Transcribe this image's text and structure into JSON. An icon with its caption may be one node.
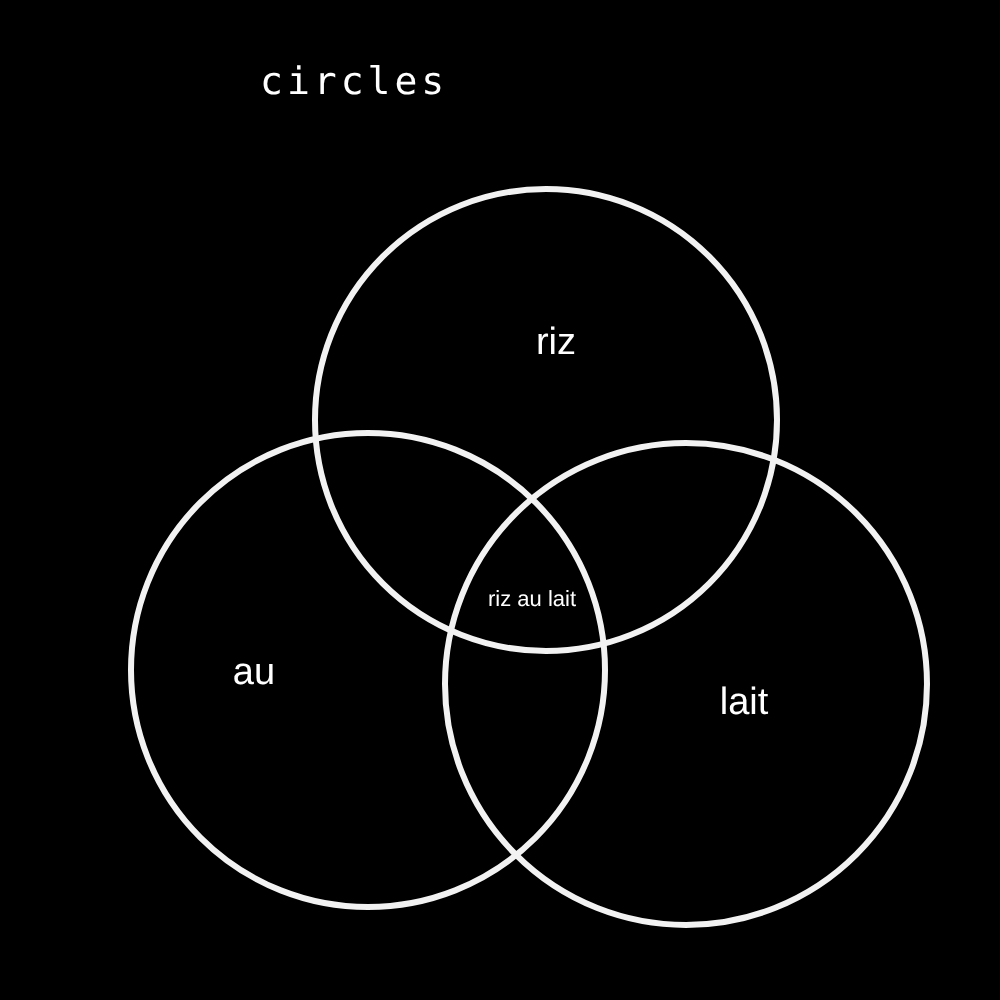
{
  "diagram": {
    "title": "circles",
    "nodes": [
      {
        "text": [
          "riz"
        ]
      },
      {
        "text": [
          "au"
        ]
      },
      {
        "text": [
          "lait"
        ]
      }
    ],
    "labels": [
      "riz au lait"
    ]
  }
}
